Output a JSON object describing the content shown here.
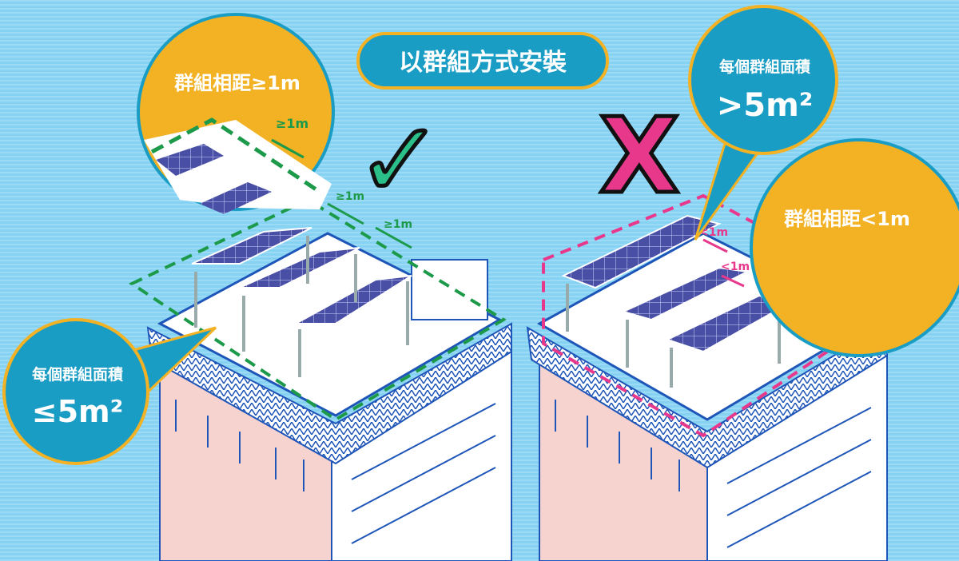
{
  "title": "以群組方式安裝",
  "good": {
    "mark": "✓",
    "spacing_label": "群組相距≥1m",
    "gap_labels": [
      "≥1m",
      "≥1m",
      "≥1m"
    ],
    "area_label": "每個群組面積",
    "area_value": "≤5m²"
  },
  "bad": {
    "mark": "X",
    "spacing_label": "群組相距<1m",
    "gap_labels": [
      "<1m",
      "<1m"
    ],
    "area_label": "每個群組面積",
    "area_value": ">5m²"
  },
  "colors": {
    "teal": "#1a9dc4",
    "orange": "#f3b224",
    "green": "#1c9a4a",
    "magenta": "#e8388c",
    "panel": "#4a4fa6"
  }
}
